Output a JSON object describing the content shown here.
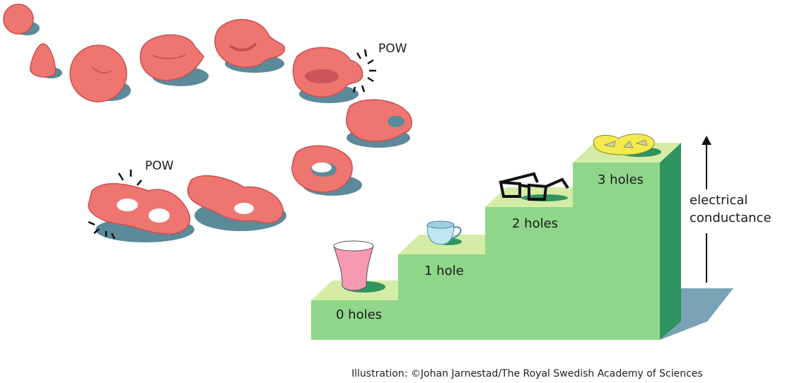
{
  "illustration": {
    "pow_labels": [
      "POW",
      "POW"
    ],
    "steps": [
      {
        "label": "0 holes",
        "object": "cup-without-handle"
      },
      {
        "label": "1 hole",
        "object": "teacup"
      },
      {
        "label": "2 holes",
        "object": "glasses"
      },
      {
        "label": "3 holes",
        "object": "pretzel"
      }
    ],
    "axis_label_line1": "electrical",
    "axis_label_line2": "conductance",
    "credit": "Illustration: ©Johan Jarnestad/The Royal Swedish Academy of Sciences"
  },
  "colors": {
    "blob": "#ef7570",
    "blob_shadow": "#5b8a9a",
    "step_front": "#8fd68a",
    "step_top": "#d4eca6",
    "step_side": "#2f9460",
    "floor_shadow": "#7aa3b5"
  }
}
